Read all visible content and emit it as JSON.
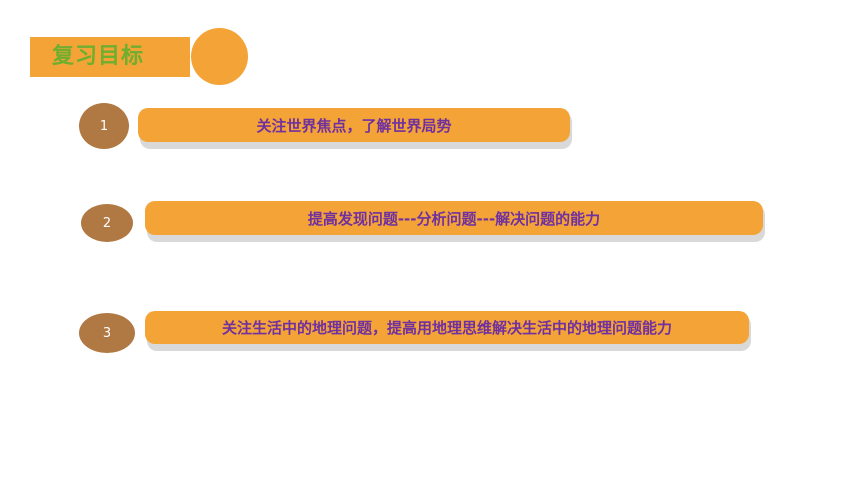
{
  "title": "复习目标",
  "items": [
    {
      "number": "1",
      "text": "关注世界焦点，了解世界局势"
    },
    {
      "number": "2",
      "text": "提高发现问题---分析问题---解决问题的能力"
    },
    {
      "number": "3",
      "text": "关注生活中的地理问题，提高用地理思维解决生活中的地理问题能力"
    }
  ],
  "colors": {
    "accent_orange": "#f4a436",
    "title_green": "#6fae2f",
    "number_circle_brown": "#b07842",
    "item_text_purple": "#7030a0"
  }
}
